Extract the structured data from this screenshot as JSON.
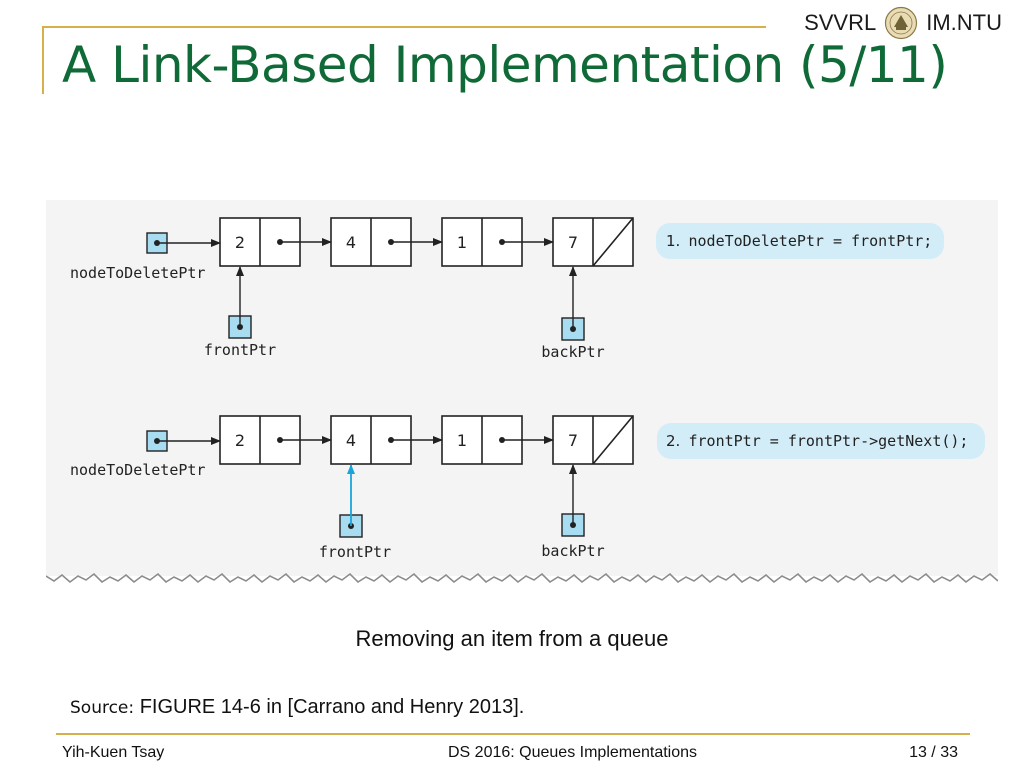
{
  "header": {
    "lab": "SVVRL",
    "university": "IM.NTU",
    "title": "A Link-Based Implementation (5/11)"
  },
  "figure": {
    "panels": [
      {
        "node_values": [
          "2",
          "4",
          "1",
          "7"
        ],
        "pointer_labels": {
          "delete": "nodeToDeletePtr",
          "front": "frontPtr",
          "back": "backPtr"
        },
        "step_number": "1.",
        "step_code": "nodeToDeletePtr = frontPtr;",
        "front_points_to_node": 1
      },
      {
        "node_values": [
          "2",
          "4",
          "1",
          "7"
        ],
        "pointer_labels": {
          "delete": "nodeToDeletePtr",
          "front": "frontPtr",
          "back": "backPtr"
        },
        "step_number": "2.",
        "step_code": "frontPtr = frontPtr->getNext();",
        "front_points_to_node": 2
      }
    ],
    "colors": {
      "pointer_fill": "#a8dcf0",
      "callout_fill": "#d2edf8",
      "highlight_arrow": "#1aa4dc"
    },
    "caption": "Removing an item from a queue"
  },
  "source": {
    "label": "Source:",
    "text": "FIGURE 14-6 in [Carrano and Henry 2013]."
  },
  "footer": {
    "author": "Yih-Kuen Tsay",
    "course": "DS 2016: Queues Implementations",
    "page": "13",
    "total": "33"
  }
}
